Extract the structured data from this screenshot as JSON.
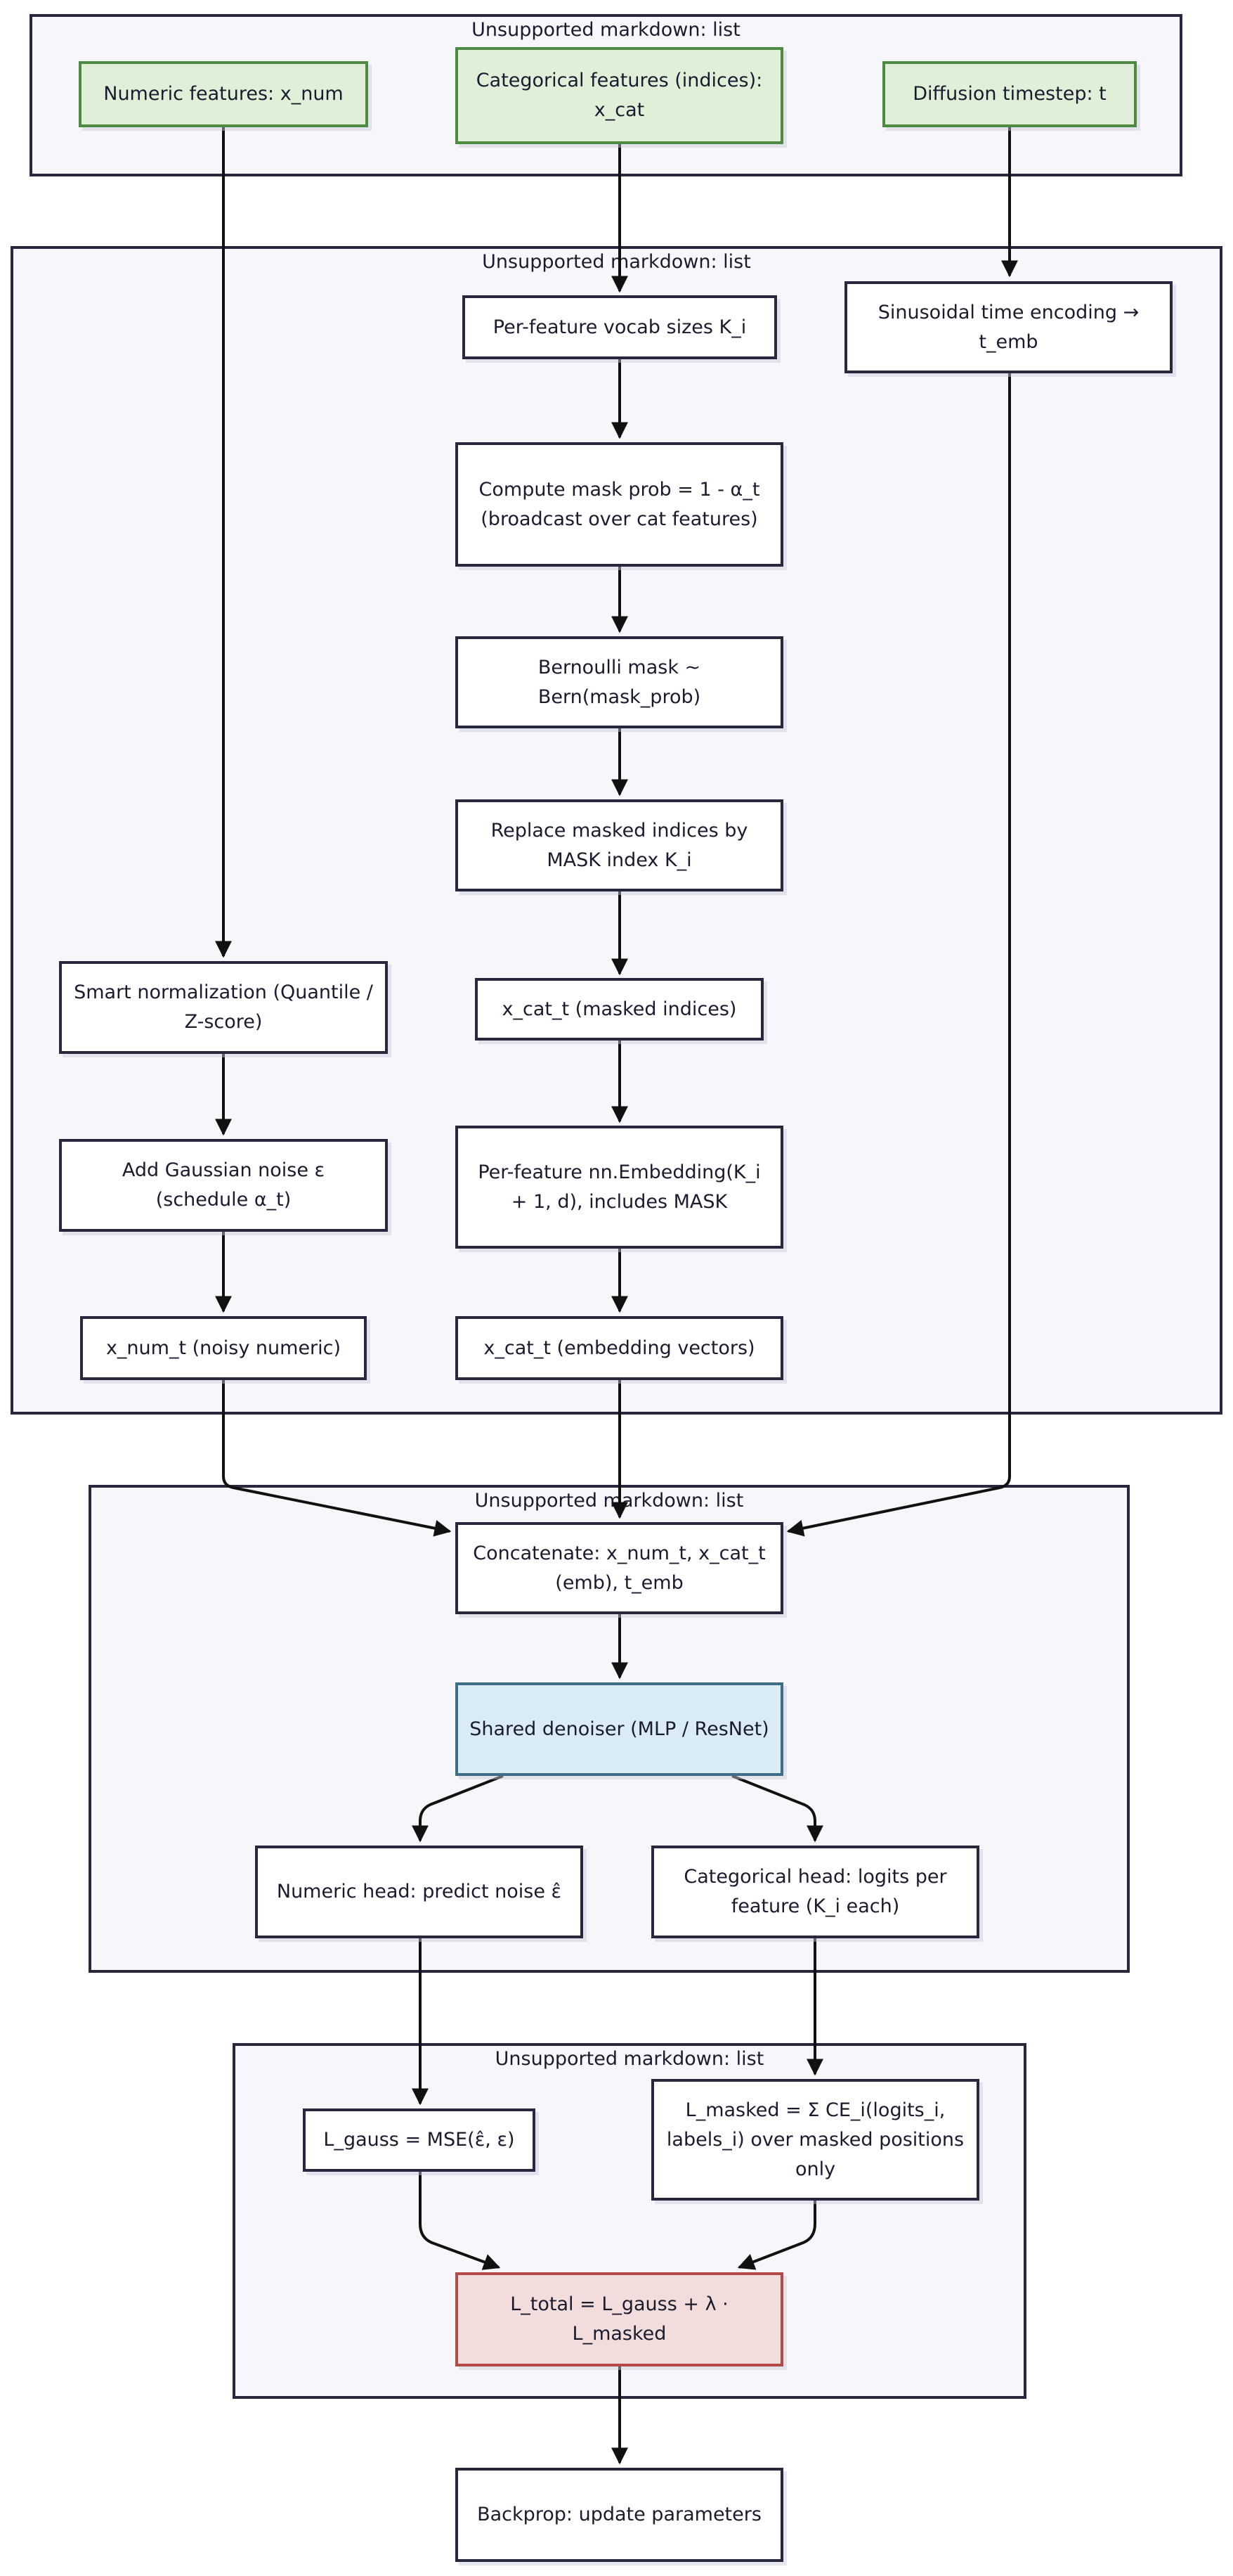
{
  "clusters": {
    "inputs": {
      "label": "Unsupported markdown: list"
    },
    "noising": {
      "label": "Unsupported markdown: list"
    },
    "model": {
      "label": "Unsupported markdown: list"
    },
    "losses": {
      "label": "Unsupported markdown: list"
    }
  },
  "nodes": {
    "x_num": "Numeric features: x_num",
    "x_cat": "Categorical features (indices): x_cat",
    "t": "Diffusion timestep: t",
    "vocab": "Per-feature vocab sizes K_i",
    "time_enc": "Sinusoidal time encoding → t_emb",
    "mask_prob": "Compute mask prob = 1 - α_t (broadcast over cat features)",
    "bernoulli": "Bernoulli mask ~ Bern(mask_prob)",
    "replace": "Replace masked indices by MASK index K_i",
    "smart_norm": "Smart normalization (Quantile / Z-score)",
    "x_cat_t_idx": "x_cat_t (masked indices)",
    "gauss_noise": "Add Gaussian noise ε (schedule α_t)",
    "embedding": "Per-feature nn.Embedding(K_i + 1, d), includes MASK",
    "x_num_t": "x_num_t (noisy numeric)",
    "x_cat_t_emb": "x_cat_t (embedding vectors)",
    "concat": "Concatenate: x_num_t, x_cat_t (emb), t_emb",
    "denoiser": "Shared denoiser (MLP / ResNet)",
    "num_head": "Numeric head: predict noise ε̂",
    "cat_head": "Categorical head: logits per feature (K_i each)",
    "l_gauss": "L_gauss = MSE(ε̂, ε)",
    "l_masked": "L_masked = Σ CE_i(logits_i, labels_i) over masked positions only",
    "l_total": "L_total = L_gauss + λ · L_masked",
    "backprop": "Backprop: update parameters"
  },
  "colors": {
    "stroke": "#27283d",
    "cluster_fill": "#f7f7fb",
    "input_fill": "#e0f0d8",
    "input_stroke": "#4f8a44",
    "denoiser_fill": "#d9ecf5",
    "denoiser_stroke": "#3c6e86",
    "loss_fill": "#f2dcdc",
    "loss_stroke": "#b34a4a"
  }
}
